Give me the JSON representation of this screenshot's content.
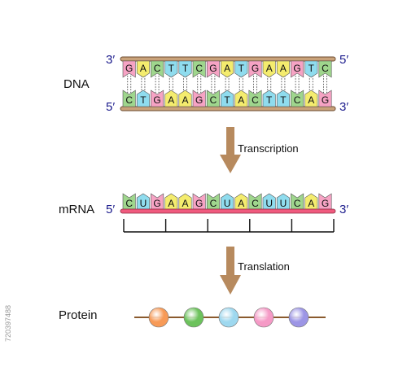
{
  "labels": {
    "dna": "DNA",
    "mrna": "mRNA",
    "protein": "Protein",
    "transcription": "Transcription",
    "translation": "Translation",
    "dna_top_left": "3′",
    "dna_top_right": "5′",
    "dna_bottom_left": "5′",
    "dna_bottom_right": "3′",
    "mrna_left": "5′",
    "mrna_right": "3′"
  },
  "dna_top_strand": [
    "G",
    "A",
    "C",
    "T",
    "T",
    "C",
    "G",
    "A",
    "T",
    "G",
    "A",
    "A",
    "G",
    "T",
    "C"
  ],
  "dna_bottom_strand": [
    "C",
    "T",
    "G",
    "A",
    "A",
    "G",
    "C",
    "T",
    "A",
    "C",
    "T",
    "T",
    "C",
    "A",
    "G"
  ],
  "mrna_strand": [
    "C",
    "U",
    "G",
    "A",
    "A",
    "G",
    "C",
    "U",
    "A",
    "C",
    "U",
    "U",
    "C",
    "A",
    "G"
  ],
  "codon_count": 5,
  "base_colors": {
    "A": "#f4ec6e",
    "T": "#8fdcee",
    "U": "#8fdcee",
    "G": "#f6a3c4",
    "C": "#9fd68d"
  },
  "protein_beads": [
    {
      "color": "#f79a57"
    },
    {
      "color": "#6cc25c"
    },
    {
      "color": "#9ed8ef"
    },
    {
      "color": "#f59ac6"
    },
    {
      "color": "#9c95e5"
    }
  ],
  "colors": {
    "label_blue": "#1a1a8c",
    "backbone_tan": "#c9a27a",
    "backbone_outline": "#6b4a2e",
    "mrna_backbone": "#f05a7e",
    "arrow": "#b78a5e",
    "protein_line": "#8a5a2e"
  },
  "stock": {
    "side_id": "720397488"
  }
}
